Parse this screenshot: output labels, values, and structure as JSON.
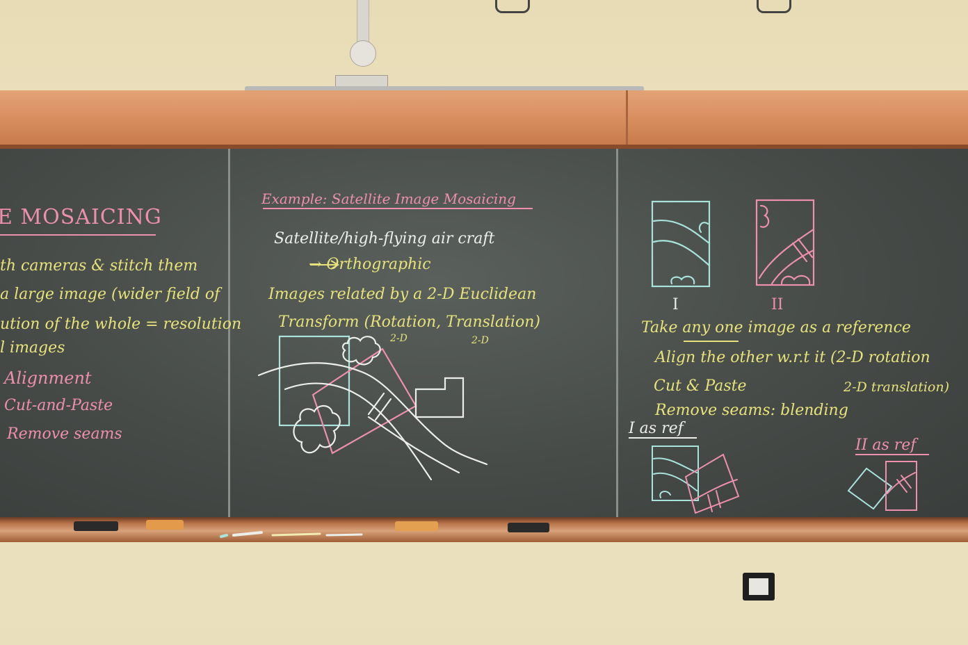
{
  "board": {
    "left": {
      "title": "E MOSAICING",
      "lines": [
        "th cameras & stitch them",
        "a large image (wider field of",
        "ution of the whole = resolution",
        "l images"
      ],
      "steps": [
        "Alignment",
        "Cut-and-Paste",
        "Remove seams"
      ]
    },
    "middle": {
      "title": "Example: Satellite Image Mosaicing",
      "line1": "Satellite/high-flying air craft",
      "line2": "→ Orthographic",
      "line3": "Images related by a 2-D Euclidean",
      "line4": "Transform (Rotation, Translation)",
      "sub1": "2-D",
      "sub2": "2-D"
    },
    "right": {
      "label_one": "I",
      "label_two": "II",
      "line1": "Take any one image as a reference",
      "line2": "Align the other w.r.t it (2-D rotation",
      "line3": "2-D translation)",
      "line4": "Cut & Paste",
      "line5": "Remove seams: blending",
      "ref1": "I as ref",
      "ref2": "II as ref"
    }
  },
  "colors": {
    "chalk_yellow": "#e8e27a",
    "chalk_pink": "#ee8fae",
    "chalk_white": "#ecefe9",
    "chalk_cyan": "#a8e3dc",
    "board": "#464b48",
    "frame": "#d98e60"
  }
}
